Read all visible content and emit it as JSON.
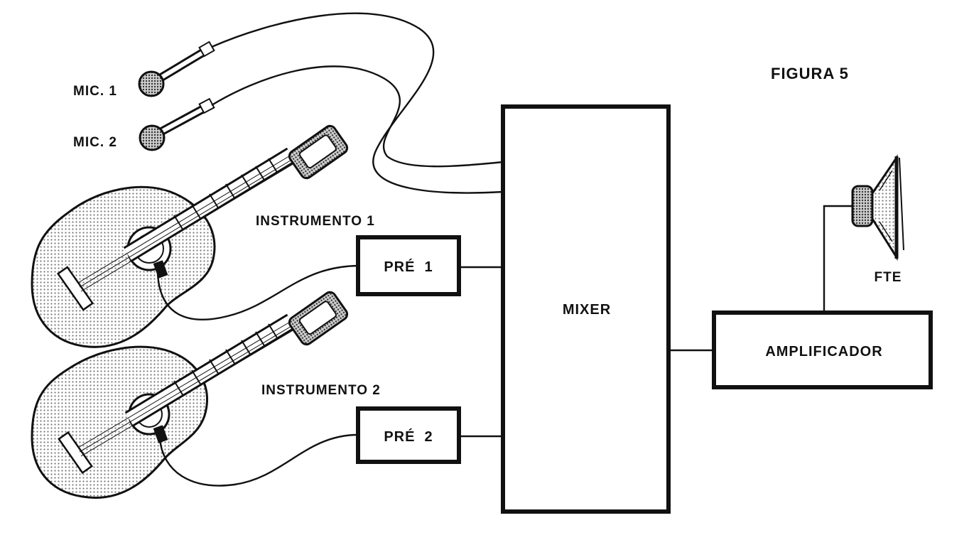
{
  "figure_title": "FIGURA 5",
  "microphones": [
    {
      "label": "MIC. 1"
    },
    {
      "label": "MIC. 2"
    }
  ],
  "instruments": [
    {
      "label": "INSTRUMENTO 1"
    },
    {
      "label": "INSTRUMENTO 2"
    }
  ],
  "preamps": [
    {
      "label": "PRÉ  1"
    },
    {
      "label": "PRÉ  2"
    }
  ],
  "mixer": {
    "label": "MIXER"
  },
  "amplifier": {
    "label": "AMPLIFICADOR"
  },
  "speaker": {
    "label": "FTE"
  },
  "colors": {
    "ink": "#111111",
    "paper": "#ffffff",
    "stipple": "#9a9a9a"
  }
}
